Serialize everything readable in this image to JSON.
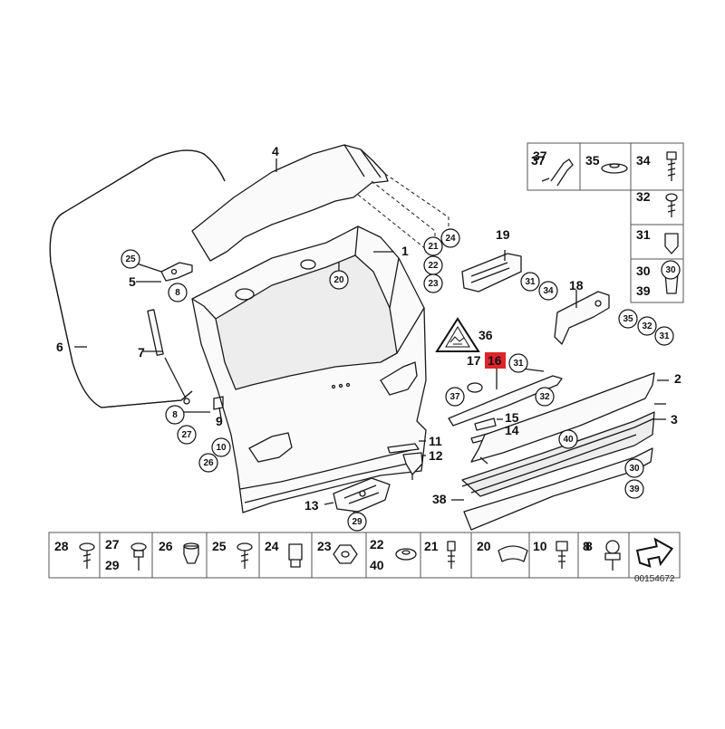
{
  "diagram": {
    "highlight_color": "#e0242b",
    "reference_code": "00154672",
    "highlighted_label": "16",
    "labels": [
      "1",
      "2",
      "3",
      "4",
      "5",
      "6",
      "7",
      "8",
      "9",
      "11",
      "12",
      "13",
      "14",
      "15",
      "16",
      "17",
      "18",
      "19",
      "36",
      "37",
      "38"
    ],
    "circle_labels": [
      "8",
      "8",
      "10",
      "20",
      "21",
      "22",
      "23",
      "24",
      "25",
      "26",
      "27",
      "29",
      "30",
      "30",
      "31",
      "31",
      "31",
      "32",
      "32",
      "34",
      "35",
      "37",
      "39",
      "40"
    ],
    "legend_right": [
      "37",
      "35",
      "34",
      "32",
      "31",
      "30",
      "39"
    ],
    "legend_bottom": [
      "28",
      "27",
      "29",
      "26",
      "25",
      "24",
      "23",
      "22",
      "40",
      "21",
      "20",
      "10",
      "8"
    ]
  }
}
